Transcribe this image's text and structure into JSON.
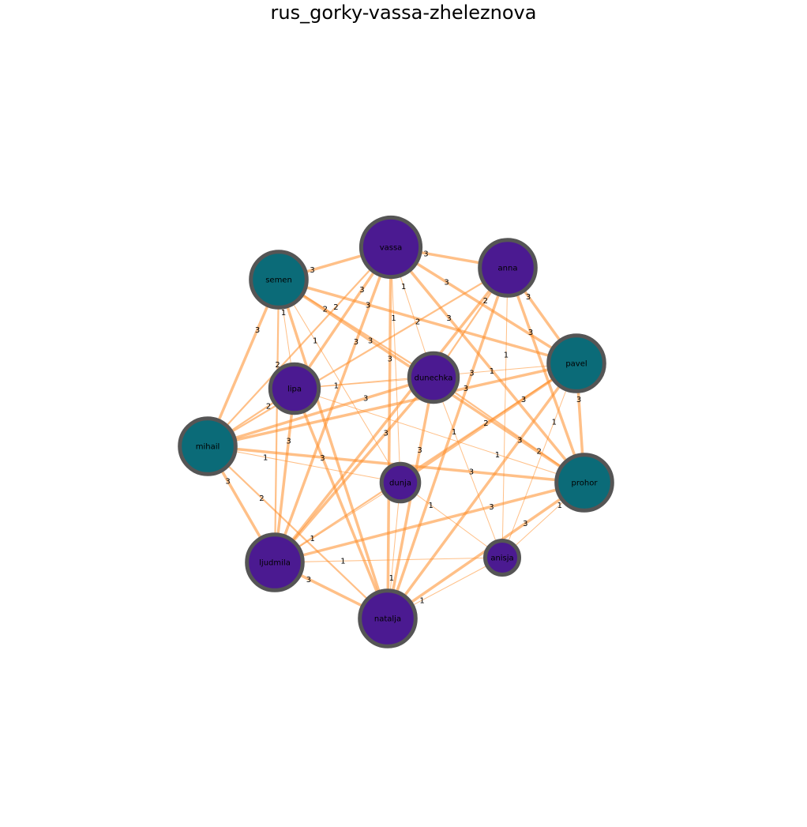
{
  "title": "rus_gorky-vassa-zheleznova",
  "colors": {
    "edge": "#ff8c26",
    "female_node": "#4b1a91",
    "male_node": "#0b6b78",
    "node_border": "#555555"
  },
  "nodes": [
    {
      "id": "vassa",
      "label": "vassa",
      "group": "female",
      "degree": 12
    },
    {
      "id": "anna",
      "label": "anna",
      "group": "female",
      "degree": 11
    },
    {
      "id": "semen",
      "label": "semen",
      "group": "male",
      "degree": 11
    },
    {
      "id": "pavel",
      "label": "pavel",
      "group": "male",
      "degree": 11
    },
    {
      "id": "lipa",
      "label": "lipa",
      "group": "female",
      "degree": 9
    },
    {
      "id": "dunechka",
      "label": "dunechka",
      "group": "female",
      "degree": 9
    },
    {
      "id": "mihail",
      "label": "mihail",
      "group": "male",
      "degree": 11
    },
    {
      "id": "dunja",
      "label": "dunja",
      "group": "female",
      "degree": 6
    },
    {
      "id": "prohor",
      "label": "prohor",
      "group": "male",
      "degree": 11
    },
    {
      "id": "ljudmila",
      "label": "ljudmila",
      "group": "female",
      "degree": 11
    },
    {
      "id": "anisja",
      "label": "anisja",
      "group": "female",
      "degree": 5
    },
    {
      "id": "natalja",
      "label": "natalja",
      "group": "female",
      "degree": 11
    }
  ],
  "edges": [
    {
      "source": "semen",
      "target": "vassa",
      "weight": 3
    },
    {
      "source": "vassa",
      "target": "anna",
      "weight": 3
    },
    {
      "source": "anna",
      "target": "pavel",
      "weight": 3
    },
    {
      "source": "pavel",
      "target": "prohor",
      "weight": 3
    },
    {
      "source": "semen",
      "target": "mihail",
      "weight": 3
    },
    {
      "source": "mihail",
      "target": "ljudmila",
      "weight": 3
    },
    {
      "source": "ljudmila",
      "target": "natalja",
      "weight": 3
    },
    {
      "source": "semen",
      "target": "ljudmila",
      "weight": 2
    },
    {
      "source": "semen",
      "target": "natalja",
      "weight": 3
    },
    {
      "source": "semen",
      "target": "dunechka",
      "weight": 2
    },
    {
      "source": "semen",
      "target": "pavel",
      "weight": 3
    },
    {
      "source": "semen",
      "target": "prohor",
      "weight": 3
    },
    {
      "source": "semen",
      "target": "lipa",
      "weight": 1
    },
    {
      "source": "semen",
      "target": "dunja",
      "weight": 1
    },
    {
      "source": "vassa",
      "target": "mihail",
      "weight": 2
    },
    {
      "source": "vassa",
      "target": "ljudmila",
      "weight": 3
    },
    {
      "source": "vassa",
      "target": "natalja",
      "weight": 3
    },
    {
      "source": "vassa",
      "target": "dunechka",
      "weight": 1
    },
    {
      "source": "vassa",
      "target": "prohor",
      "weight": 3
    },
    {
      "source": "vassa",
      "target": "lipa",
      "weight": 3
    },
    {
      "source": "vassa",
      "target": "dunja",
      "weight": 1
    },
    {
      "source": "vassa",
      "target": "pavel",
      "weight": 3
    },
    {
      "source": "anna",
      "target": "mihail",
      "weight": 2
    },
    {
      "source": "anna",
      "target": "ljudmila",
      "weight": 3
    },
    {
      "source": "anna",
      "target": "natalja",
      "weight": 3
    },
    {
      "source": "anna",
      "target": "prohor",
      "weight": 3
    },
    {
      "source": "anna",
      "target": "dunechka",
      "weight": 2
    },
    {
      "source": "anna",
      "target": "anisja",
      "weight": 1
    },
    {
      "source": "pavel",
      "target": "mihail",
      "weight": 3
    },
    {
      "source": "pavel",
      "target": "lipa",
      "weight": 1
    },
    {
      "source": "pavel",
      "target": "ljudmila",
      "weight": 2
    },
    {
      "source": "pavel",
      "target": "natalja",
      "weight": 3
    },
    {
      "source": "pavel",
      "target": "dunja",
      "weight": 3
    },
    {
      "source": "pavel",
      "target": "anisja",
      "weight": 1
    },
    {
      "source": "prohor",
      "target": "mihail",
      "weight": 3
    },
    {
      "source": "prohor",
      "target": "ljudmila",
      "weight": 3
    },
    {
      "source": "prohor",
      "target": "natalja",
      "weight": 3
    },
    {
      "source": "prohor",
      "target": "dunechka",
      "weight": 2
    },
    {
      "source": "prohor",
      "target": "lipa",
      "weight": 1
    },
    {
      "source": "prohor",
      "target": "anisja",
      "weight": 1
    },
    {
      "source": "lipa",
      "target": "mihail",
      "weight": 2
    },
    {
      "source": "lipa",
      "target": "ljudmila",
      "weight": 3
    },
    {
      "source": "lipa",
      "target": "natalja",
      "weight": 3
    },
    {
      "source": "lipa",
      "target": "dunechka",
      "weight": 1
    },
    {
      "source": "dunechka",
      "target": "mihail",
      "weight": 3
    },
    {
      "source": "dunechka",
      "target": "ljudmila",
      "weight": 3
    },
    {
      "source": "dunechka",
      "target": "natalja",
      "weight": 3
    },
    {
      "source": "dunechka",
      "target": "anisja",
      "weight": 1
    },
    {
      "source": "mihail",
      "target": "dunja",
      "weight": 1
    },
    {
      "source": "mihail",
      "target": "natalja",
      "weight": 2
    },
    {
      "source": "ljudmila",
      "target": "dunja",
      "weight": 1
    },
    {
      "source": "ljudmila",
      "target": "anisja",
      "weight": 1
    },
    {
      "source": "natalja",
      "target": "anisja",
      "weight": 1
    },
    {
      "source": "natalja",
      "target": "dunja",
      "weight": 1
    },
    {
      "source": "dunja",
      "target": "anisja",
      "weight": 1
    }
  ]
}
